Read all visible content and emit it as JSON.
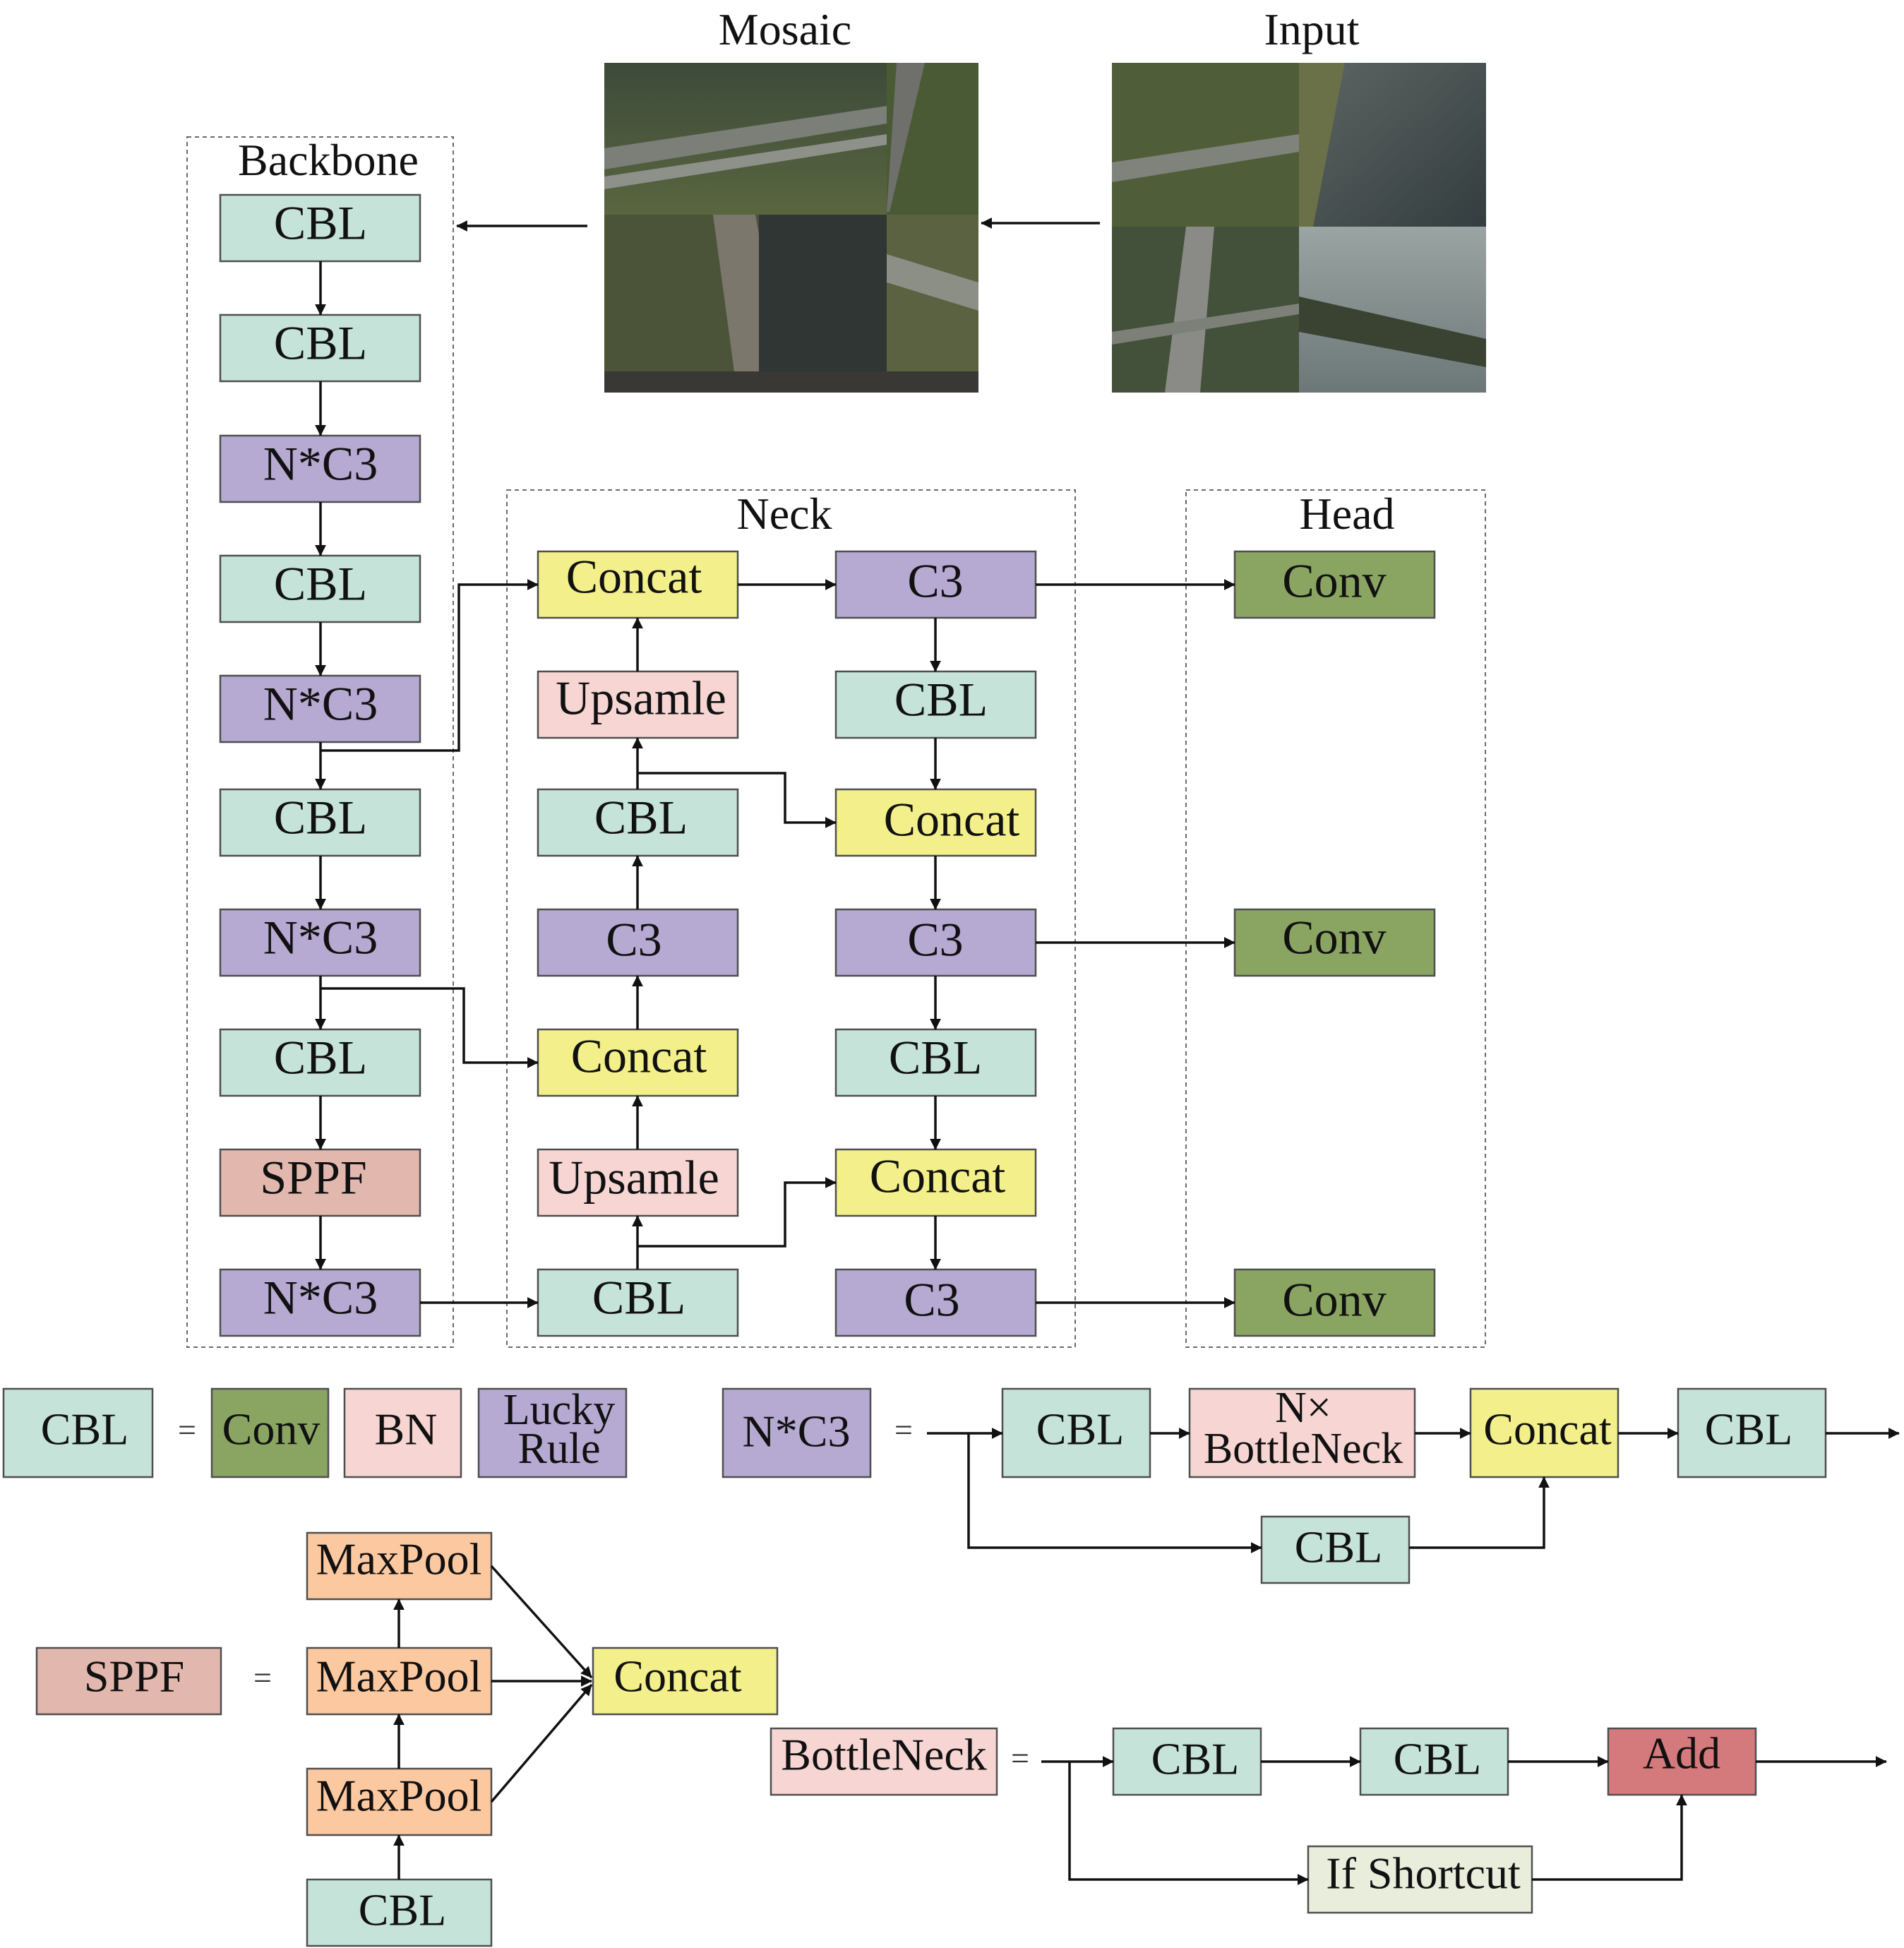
{
  "labels": {
    "mosaic": "Mosaic",
    "input": "Input",
    "backbone": "Backbone",
    "neck": "Neck",
    "head": "Head",
    "eq": "="
  },
  "blocks": {
    "cbl": "CBL",
    "nc3": "N*C3",
    "sppf": "SPPF",
    "concat": "Concat",
    "upsample": "Upsamle",
    "c3": "C3",
    "conv": "Conv",
    "bn": "BN",
    "lucky_rule": [
      "Lucky",
      "Rule"
    ],
    "n_bottleneck": [
      "N×",
      "BottleNeck"
    ],
    "maxpool": "MaxPool",
    "bottleneck": "BottleNeck",
    "add": "Add",
    "if_shortcut": "If Shortcut"
  },
  "colors": {
    "cbl": "#c5e3d9",
    "c3": "#b6a9d2",
    "sppf": "#e2b8ae",
    "concat": "#f3f08c",
    "upsample": "#f6d5d3",
    "conv": "#8aa462",
    "maxpool": "#fcc8a0",
    "add": "#d57a7c",
    "if_shortcut": "#e9eddc"
  },
  "images": {
    "mosaic": "mosaic-augmented-aerial-image",
    "input": "input-aerial-image-tiles"
  }
}
